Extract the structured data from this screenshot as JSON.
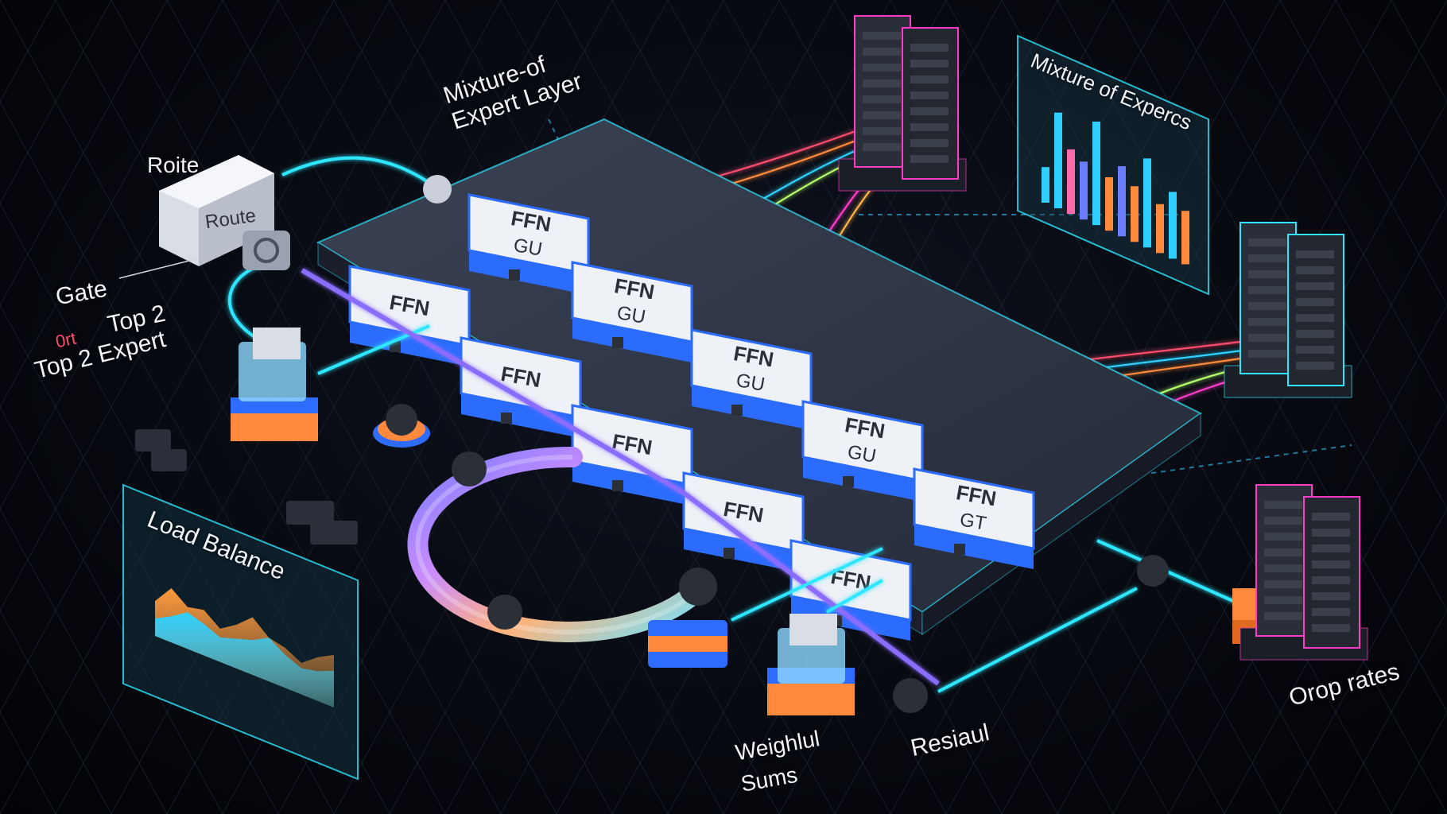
{
  "labels": {
    "title_line1": "Mixture-of",
    "title_line2": "Expert Layer",
    "router_caption": "Roite",
    "router_block": "Route",
    "gate": "Gate",
    "gate_top2": "Top 2",
    "gate_code": "0rt",
    "top2_expert": "Top 2 Expert",
    "load_balance": "Load Balance",
    "weighted_line1": "Weighlul",
    "weighted_line2": "Sums",
    "residual": "Resiaul",
    "drop_rates": "Orop rates",
    "moe_panel_title": "Mixture of Expercs"
  },
  "experts": [
    {
      "line1": "FFN",
      "line2": "GU"
    },
    {
      "line1": "FFN",
      "line2": ""
    },
    {
      "line1": "FFN",
      "line2": "GU"
    },
    {
      "line1": "FFN",
      "line2": ""
    },
    {
      "line1": "FFN",
      "line2": "GU"
    },
    {
      "line1": "FFN",
      "line2": ""
    },
    {
      "line1": "FFN",
      "line2": "GU"
    },
    {
      "line1": "FFN",
      "line2": ""
    },
    {
      "line1": "FFN",
      "line2": "GT"
    },
    {
      "line1": "FFN",
      "line2": ""
    }
  ],
  "colors": {
    "cyan": "#2ee6ff",
    "purple": "#8a6cff",
    "orange": "#ff8a3d",
    "magenta": "#ff3cc8",
    "expert_blue": "#2b6cff",
    "platform": "#2a3142"
  },
  "icons": [
    "server-rack-icon",
    "router-block-icon",
    "gate-cube-icon",
    "coupler-icon",
    "ring-connector-icon"
  ],
  "moe_chart": {
    "type": "bar",
    "bars": [
      0.32,
      0.86,
      0.58,
      0.52,
      0.93,
      0.48,
      0.63,
      0.5,
      0.8,
      0.44,
      0.6,
      0.48
    ],
    "colors": [
      "#2fd0ff",
      "#2fd0ff",
      "#ff6aa8",
      "#6c7cff",
      "#2fd0ff",
      "#ff8a3d",
      "#6c7cff",
      "#ff8a3d",
      "#2fd0ff",
      "#ff8a3d",
      "#2fd0ff",
      "#ff8a3d"
    ]
  },
  "load_chart": {
    "type": "area",
    "series_a": [
      0.4,
      0.62,
      0.48,
      0.52,
      0.38,
      0.5,
      0.66,
      0.5,
      0.46,
      0.36,
      0.5,
      0.6
    ],
    "series_b": [
      0.2,
      0.3,
      0.42,
      0.36,
      0.28,
      0.34,
      0.4,
      0.5,
      0.38,
      0.3,
      0.34,
      0.42
    ]
  }
}
